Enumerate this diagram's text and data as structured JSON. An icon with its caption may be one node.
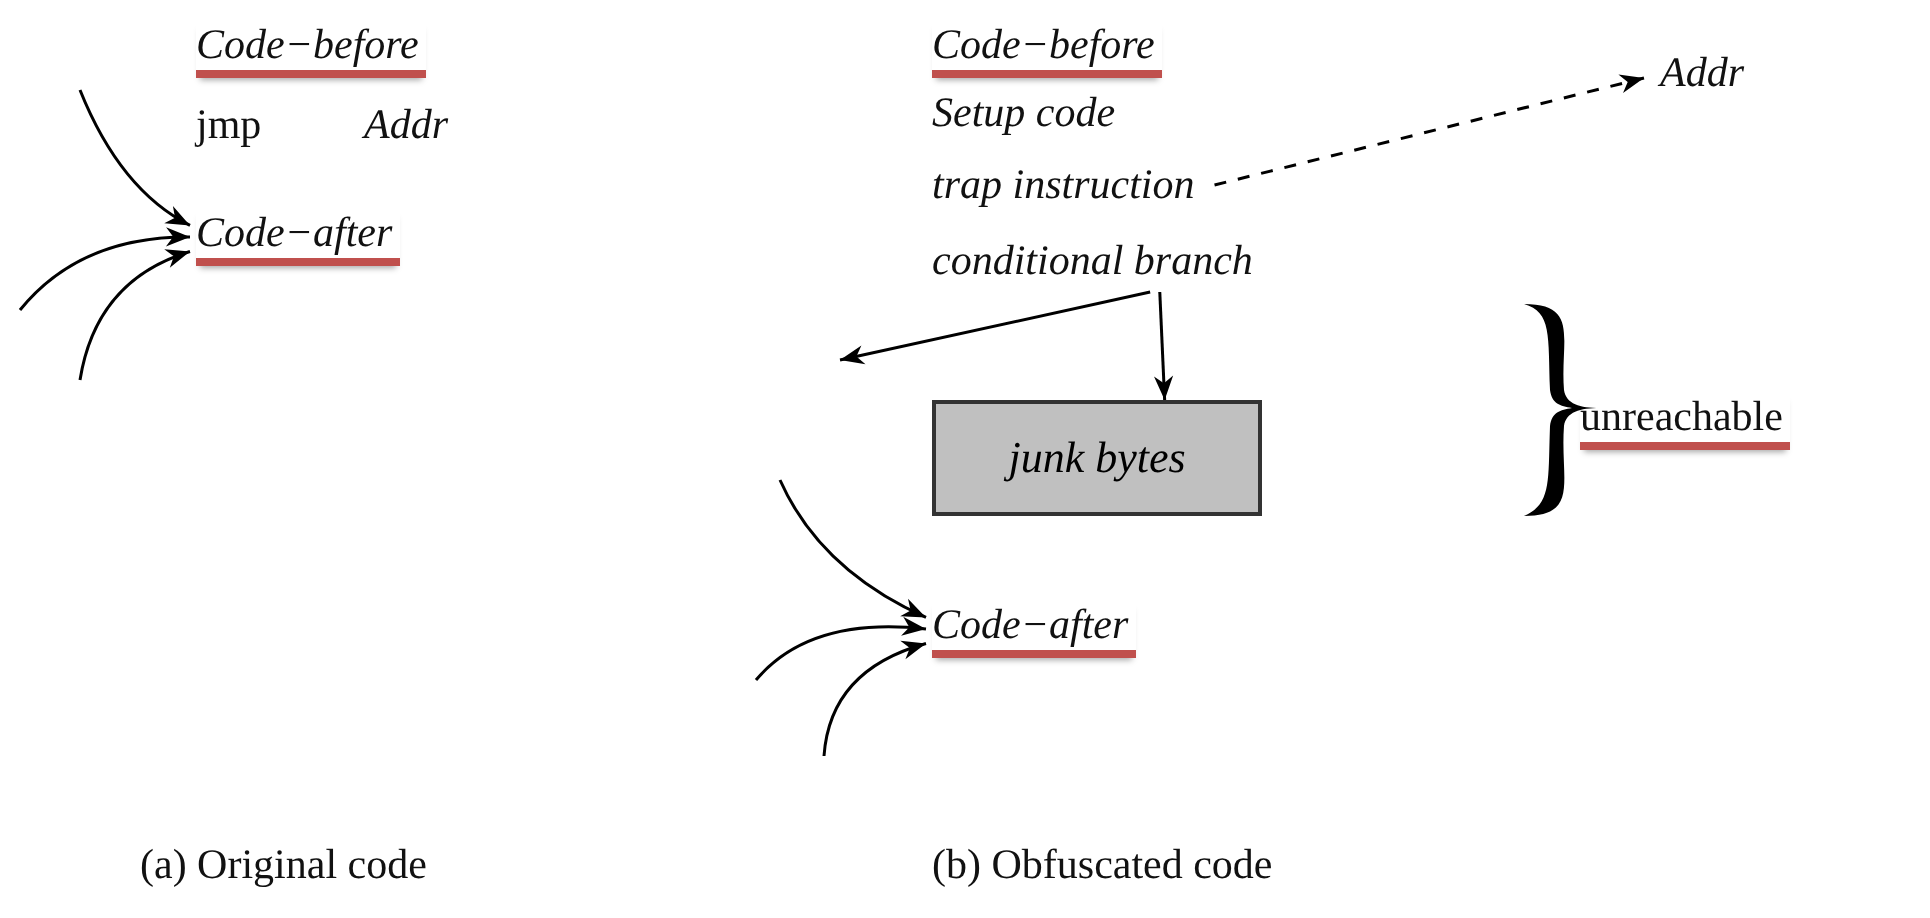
{
  "diagram": {
    "nodes": [
      {
        "text": [
          "Code−after"
        ]
      },
      {
        "text": [
          "trap instruction"
        ]
      },
      {
        "text": [
          "Addr"
        ]
      },
      {
        "text": [
          "conditional branch"
        ]
      },
      {
        "text": [
          "junk bytes"
        ]
      },
      {
        "text": [
          "Code−after"
        ]
      }
    ],
    "edges": [
      {
        "from": null,
        "to": 0,
        "arrow": "to"
      },
      {
        "from": null,
        "to": 0,
        "arrow": "to"
      },
      {
        "from": null,
        "to": 0,
        "arrow": "to"
      },
      {
        "from": 1,
        "to": 2,
        "arrow": "to",
        "style": "dashed"
      },
      {
        "from": 3,
        "to": null,
        "arrow": "to"
      },
      {
        "from": 3,
        "to": 4,
        "arrow": "to"
      },
      {
        "from": null,
        "to": 5,
        "arrow": "to"
      },
      {
        "from": null,
        "to": 5,
        "arrow": "to"
      },
      {
        "from": null,
        "to": 5,
        "arrow": "to"
      }
    ],
    "labels": [
      "Code−before",
      "jmp",
      "Addr",
      "Code−before",
      "Setup code",
      "unreachable",
      "(a) Original code",
      "(b) Obfuscated code"
    ]
  }
}
